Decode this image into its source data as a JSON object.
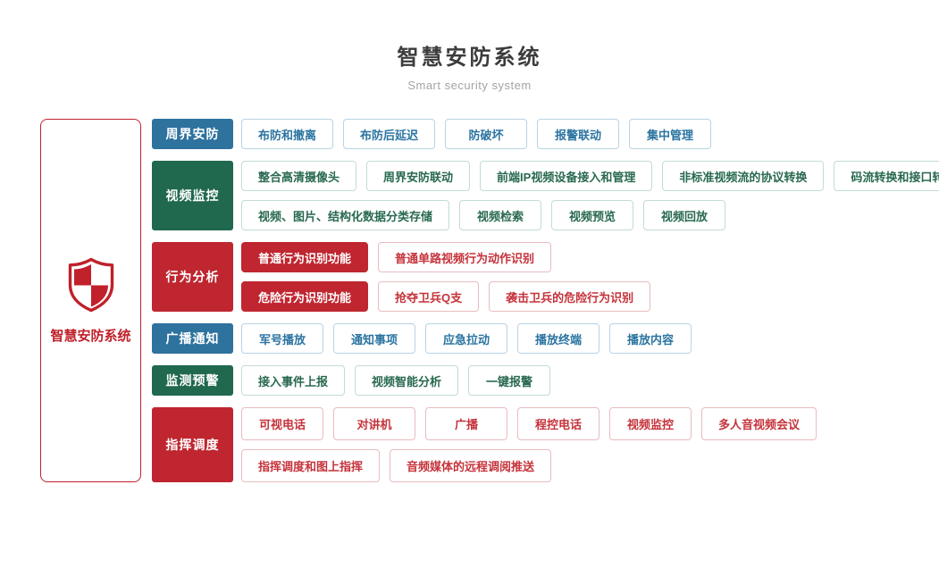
{
  "header": {
    "title": "智慧安防系统",
    "subtitle": "Smart security system"
  },
  "root": {
    "label": "智慧安防系统",
    "icon": "shield-icon"
  },
  "colors": {
    "blue": "#2e729e",
    "green": "#20684e",
    "red": "#bf2630",
    "red_border": "#c0212b"
  },
  "sections": [
    {
      "id": "perimeter",
      "label": "周界安防",
      "theme": "blue",
      "rows": [
        [
          {
            "text": "布防和撤离",
            "solid": false
          },
          {
            "text": "布防后延迟",
            "solid": false
          },
          {
            "text": "防破坏",
            "solid": false
          },
          {
            "text": "报警联动",
            "solid": false
          },
          {
            "text": "集中管理",
            "solid": false
          }
        ]
      ]
    },
    {
      "id": "video",
      "label": "视频监控",
      "theme": "green",
      "rows": [
        [
          {
            "text": "整合高清摄像头",
            "solid": false
          },
          {
            "text": "周界安防联动",
            "solid": false
          },
          {
            "text": "前端IP视频设备接入和管理",
            "solid": false
          },
          {
            "text": "非标准视频流的协议转换",
            "solid": false
          },
          {
            "text": "码流转换和接口转换",
            "solid": false
          }
        ],
        [
          {
            "text": "视频、图片、结构化数据分类存储",
            "solid": false
          },
          {
            "text": "视频检索",
            "solid": false
          },
          {
            "text": "视频预览",
            "solid": false
          },
          {
            "text": "视频回放",
            "solid": false
          }
        ]
      ]
    },
    {
      "id": "behavior",
      "label": "行为分析",
      "theme": "red",
      "rows": [
        [
          {
            "text": "普通行为识别功能",
            "solid": true
          },
          {
            "text": "普通单路视频行为动作识别",
            "solid": false
          }
        ],
        [
          {
            "text": "危险行为识别功能",
            "solid": true
          },
          {
            "text": "抢夺卫兵Q支",
            "solid": false
          },
          {
            "text": "袭击卫兵的危险行为识别",
            "solid": false
          }
        ]
      ]
    },
    {
      "id": "broadcast",
      "label": "广播通知",
      "theme": "blue",
      "rows": [
        [
          {
            "text": "军号播放",
            "solid": false
          },
          {
            "text": "通知事项",
            "solid": false
          },
          {
            "text": "应急拉动",
            "solid": false
          },
          {
            "text": "播放终端",
            "solid": false
          },
          {
            "text": "播放内容",
            "solid": false
          }
        ]
      ]
    },
    {
      "id": "monitor",
      "label": "监测预警",
      "theme": "green",
      "rows": [
        [
          {
            "text": "接入事件上报",
            "solid": false
          },
          {
            "text": "视频智能分析",
            "solid": false
          },
          {
            "text": "一键报警",
            "solid": false
          }
        ]
      ]
    },
    {
      "id": "dispatch",
      "label": "指挥调度",
      "theme": "red",
      "rows": [
        [
          {
            "text": "可视电话",
            "solid": false
          },
          {
            "text": "对讲机",
            "solid": false
          },
          {
            "text": "广播",
            "solid": false
          },
          {
            "text": "程控电话",
            "solid": false
          },
          {
            "text": "视频监控",
            "solid": false
          },
          {
            "text": "多人音视频会议",
            "solid": false
          }
        ],
        [
          {
            "text": "指挥调度和图上指挥",
            "solid": false
          },
          {
            "text": "音频媒体的远程调阅推送",
            "solid": false
          }
        ]
      ]
    }
  ]
}
